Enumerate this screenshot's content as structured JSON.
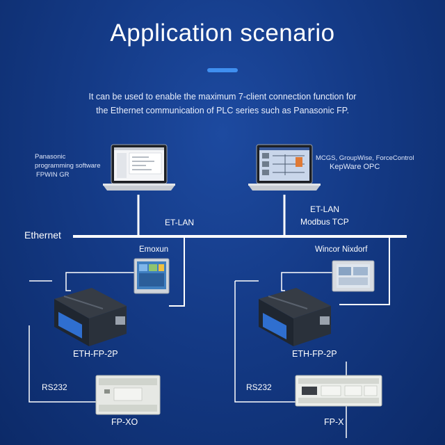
{
  "title": "Application scenario",
  "description": {
    "line1": "It can be used to enable the maximum 7-client connection function for",
    "line2": "the Ethernet communication of PLC series such as Panasonic FP."
  },
  "left_software": {
    "line1": "Panasonic",
    "line2": "programming software",
    "line3": "FPWIN GR"
  },
  "right_software": {
    "line1": "MCGS, GroupWise, ForceControl",
    "line2": "KepWare OPC"
  },
  "labels": {
    "ethernet": "Ethernet",
    "et_lan_left": "ET-LAN",
    "et_lan_right": "ET-LAN",
    "modbus_tcp": "Modbus TCP",
    "hmi_left": "Emoxun",
    "hmi_right": "Wincor Nixdorf",
    "device_left": "ETH-FP-2P",
    "device_right": "ETH-FP-2P",
    "rs232_left": "RS232",
    "rs232_right": "RS232",
    "plc_left": "FP-XO",
    "plc_right": "FP-X"
  },
  "colors": {
    "background": "#143a86",
    "accent": "#3f8ff0",
    "line": "#ffffff"
  }
}
